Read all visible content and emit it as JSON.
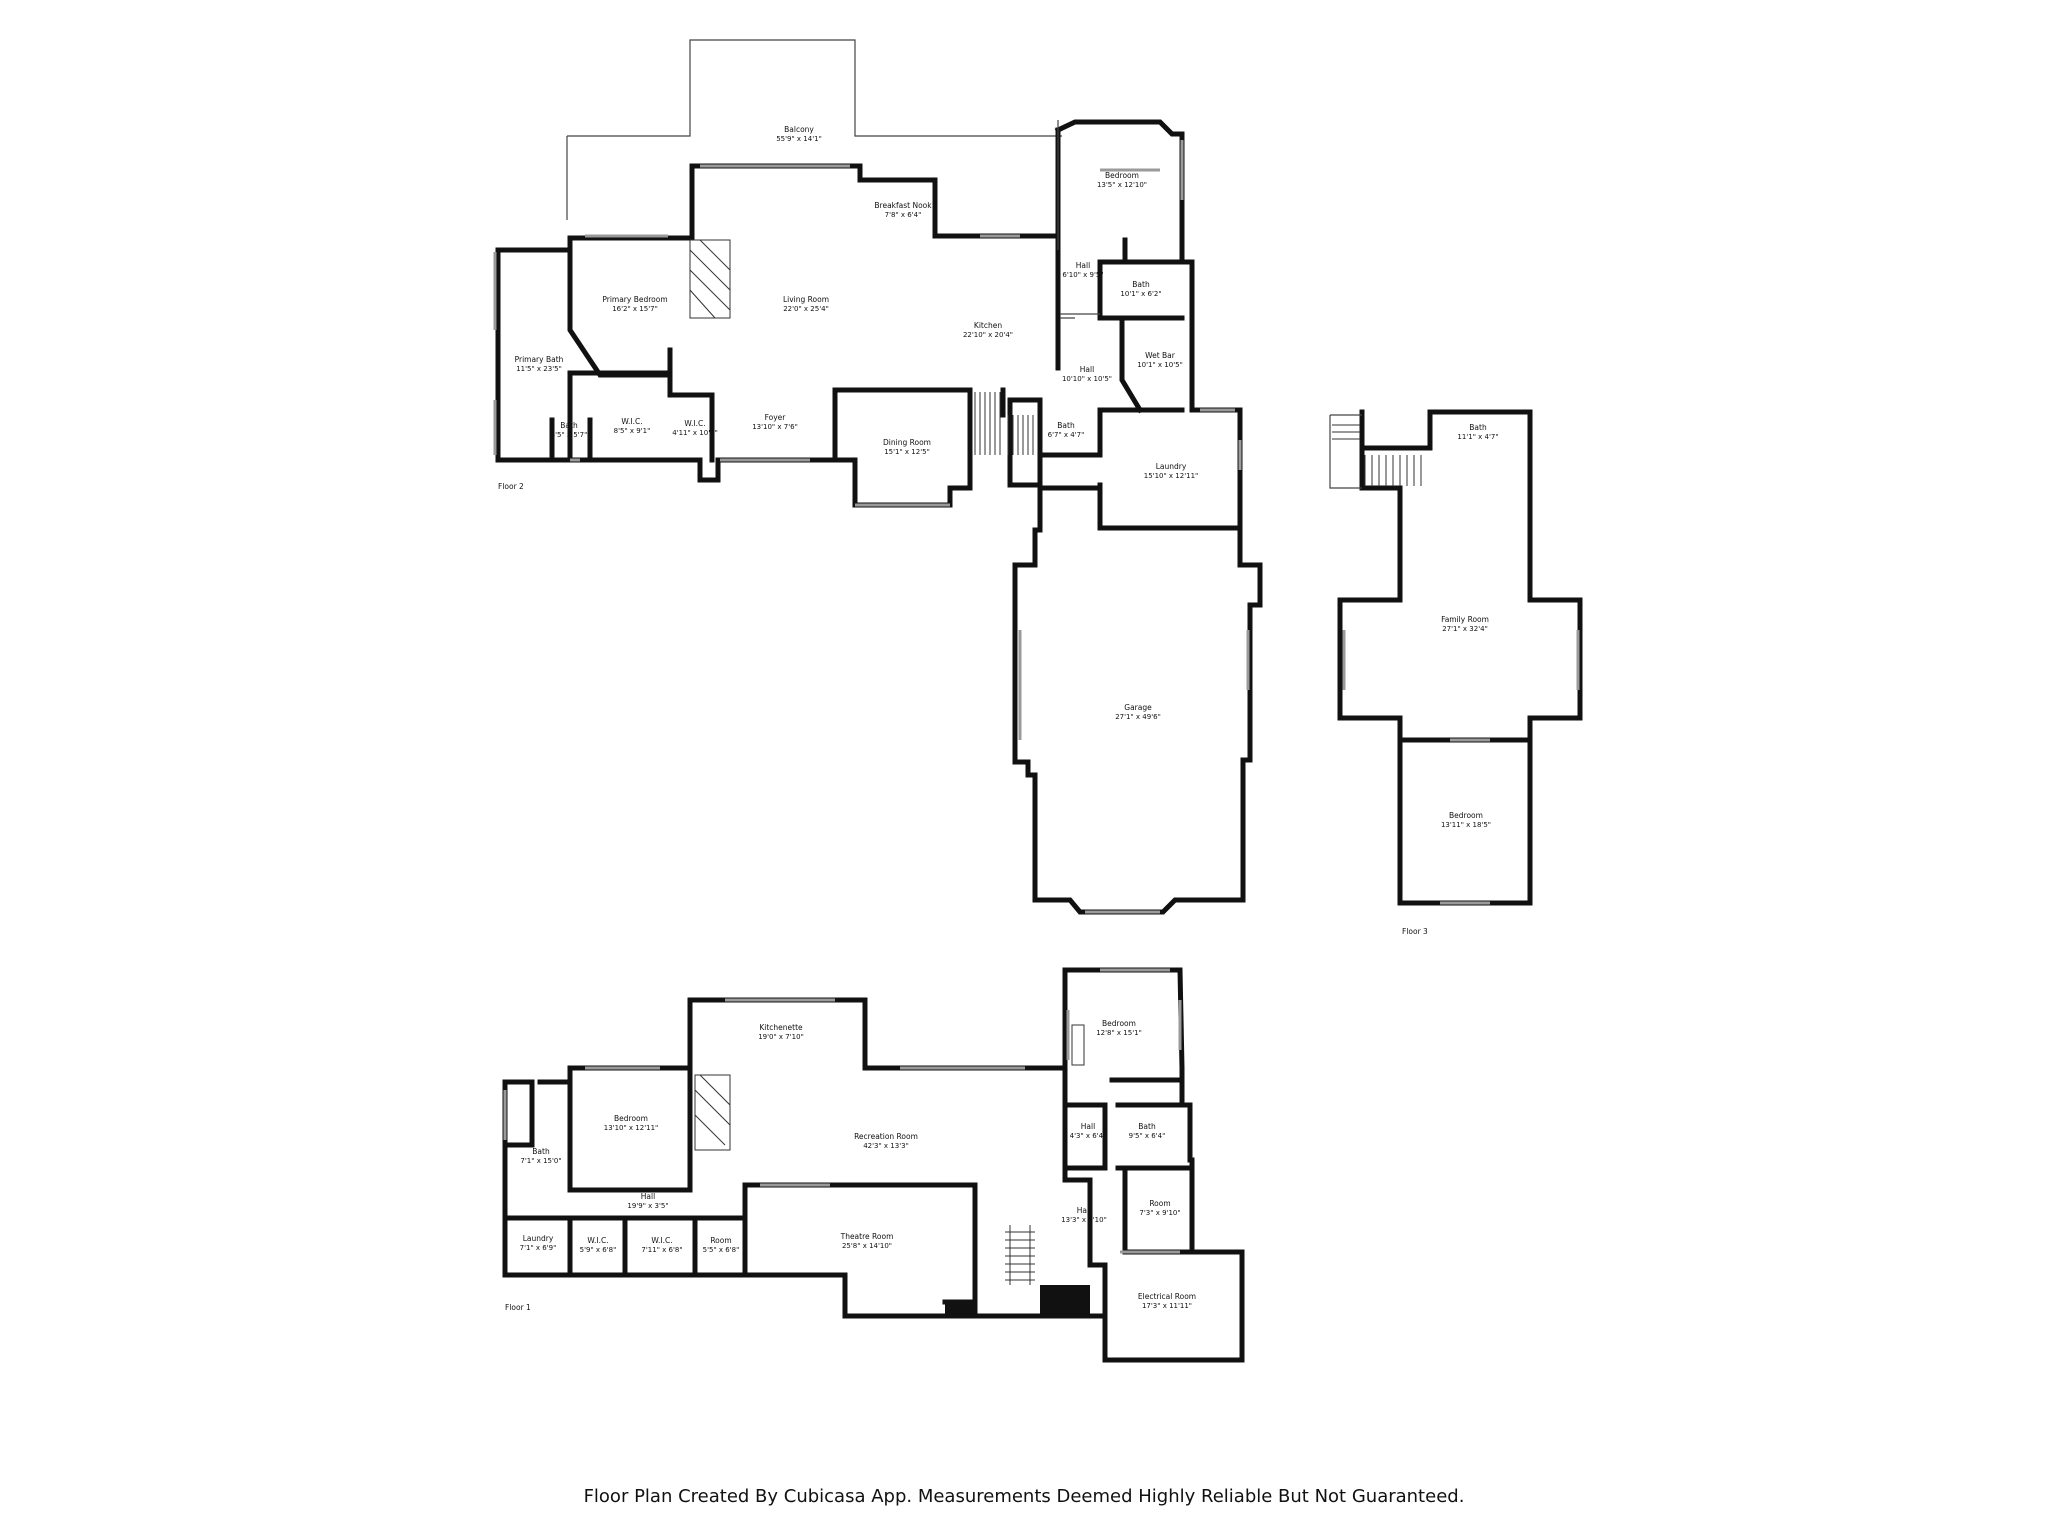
{
  "floors": [
    {
      "label": "Floor 2",
      "rooms": [
        {
          "name": "Balcony",
          "dims": "55'9\" x 14'1\""
        },
        {
          "name": "Bedroom",
          "dims": "13'5\" x 12'10\""
        },
        {
          "name": "Breakfast Nook",
          "dims": "7'8\" x 6'4\""
        },
        {
          "name": "Primary Bedroom",
          "dims": "16'2\" x 15'7\""
        },
        {
          "name": "Living Room",
          "dims": "22'0\" x 25'4\""
        },
        {
          "name": "Hall",
          "dims": "6'10\" x 9'5\""
        },
        {
          "name": "Bath",
          "dims": "10'1\" x 6'2\""
        },
        {
          "name": "Kitchen",
          "dims": "22'10\" x 20'4\""
        },
        {
          "name": "Primary Bath",
          "dims": "11'5\" x 23'5\""
        },
        {
          "name": "Wet Bar",
          "dims": "10'1\" x 10'5\""
        },
        {
          "name": "Hall",
          "dims": "10'10\" x 10'5\""
        },
        {
          "name": "Bath",
          "dims": "4'5\" x 5'7\""
        },
        {
          "name": "W.I.C.",
          "dims": "8'5\" x 9'1\""
        },
        {
          "name": "W.I.C.",
          "dims": "4'11\" x 10'2\""
        },
        {
          "name": "Foyer",
          "dims": "13'10\" x 7'6\""
        },
        {
          "name": "Dining Room",
          "dims": "15'1\" x 12'5\""
        },
        {
          "name": "Bath",
          "dims": "6'7\" x 4'7\""
        },
        {
          "name": "Laundry",
          "dims": "15'10\" x 12'11\""
        },
        {
          "name": "Garage",
          "dims": "27'1\" x 49'6\""
        }
      ]
    },
    {
      "label": "Floor 3",
      "rooms": [
        {
          "name": "Bath",
          "dims": "11'1\" x 4'7\""
        },
        {
          "name": "Family Room",
          "dims": "27'1\" x 32'4\""
        },
        {
          "name": "Bedroom",
          "dims": "13'11\" x 18'5\""
        }
      ]
    },
    {
      "label": "Floor 1",
      "rooms": [
        {
          "name": "Kitchenette",
          "dims": "19'0\" x 7'10\""
        },
        {
          "name": "Bedroom",
          "dims": "12'8\" x 15'1\""
        },
        {
          "name": "Bedroom",
          "dims": "13'10\" x 12'11\""
        },
        {
          "name": "Recreation Room",
          "dims": "42'3\" x 13'3\""
        },
        {
          "name": "Hall",
          "dims": "4'3\" x 6'4\""
        },
        {
          "name": "Bath",
          "dims": "9'5\" x 6'4\""
        },
        {
          "name": "Bath",
          "dims": "7'1\" x 15'0\""
        },
        {
          "name": "Hall",
          "dims": "19'9\" x 3'5\""
        },
        {
          "name": "Room",
          "dims": "7'3\" x 9'10\""
        },
        {
          "name": "Hall",
          "dims": "13'3\" x 9'10\""
        },
        {
          "name": "Theatre Room",
          "dims": "25'8\" x 14'10\""
        },
        {
          "name": "Laundry",
          "dims": "7'1\" x 6'9\""
        },
        {
          "name": "W.I.C.",
          "dims": "5'9\" x 6'8\""
        },
        {
          "name": "W.I.C.",
          "dims": "7'11\" x 6'8\""
        },
        {
          "name": "Room",
          "dims": "5'5\" x 6'8\""
        },
        {
          "name": "Electrical Room",
          "dims": "17'3\" x 11'11\""
        }
      ]
    }
  ],
  "footer": "Floor Plan Created By Cubicasa App. Measurements Deemed Highly Reliable But Not Guaranteed."
}
